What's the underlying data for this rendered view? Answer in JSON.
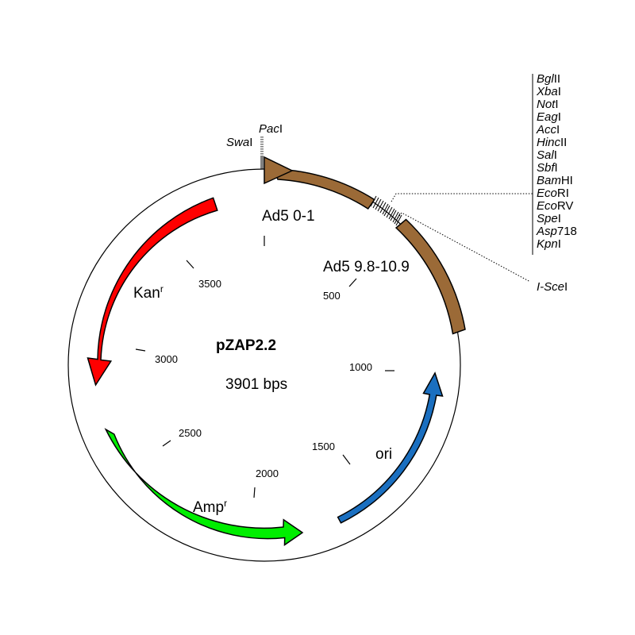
{
  "plasmid": {
    "name": "pZAP2.2",
    "size_label": "3901 bps",
    "total_bp": 3901
  },
  "ticks": [
    {
      "bp": 0,
      "label": ""
    },
    {
      "bp": 500,
      "label": "500"
    },
    {
      "bp": 1000,
      "label": "1000"
    },
    {
      "bp": 1500,
      "label": "1500"
    },
    {
      "bp": 2000,
      "label": "2000"
    },
    {
      "bp": 2500,
      "label": "2500"
    },
    {
      "bp": 3000,
      "label": "3000"
    },
    {
      "bp": 3500,
      "label": "3500"
    }
  ],
  "features": {
    "kan": {
      "label": "Kan",
      "superscript": "r",
      "color": "#ff0000"
    },
    "amp": {
      "label": "Amp",
      "superscript": "r",
      "color": "#00ee00"
    },
    "ori": {
      "label": "ori",
      "color": "#1a6fc0"
    },
    "ad5_left": {
      "label": "Ad5 0-1",
      "color": "#9b6a37"
    },
    "ad5_right": {
      "label": "Ad5 9.8-10.9",
      "color": "#9b6a37"
    }
  },
  "sites": {
    "swa": {
      "italic": "Swa",
      "roman": "I"
    },
    "pac": {
      "italic": "Pac",
      "roman": "I"
    },
    "isce": {
      "italic": "I-Sce",
      "roman": "I"
    },
    "mcs": [
      {
        "italic": "Bgl",
        "roman": "II"
      },
      {
        "italic": "Xba",
        "roman": "I"
      },
      {
        "italic": "Not",
        "roman": "I"
      },
      {
        "italic": "Eag",
        "roman": "I"
      },
      {
        "italic": "Acc",
        "roman": "I"
      },
      {
        "italic": "Hinc",
        "roman": "II"
      },
      {
        "italic": "Sal",
        "roman": "I"
      },
      {
        "italic": "Sbf",
        "roman": "I"
      },
      {
        "italic": "Bam",
        "roman": "HI"
      },
      {
        "italic": "Eco",
        "roman": "RI"
      },
      {
        "italic": "Eco",
        "roman": "RV"
      },
      {
        "italic": "Spe",
        "roman": "I"
      },
      {
        "italic": "Asp",
        "roman": "718"
      },
      {
        "italic": "Kpn",
        "roman": "I"
      }
    ]
  }
}
